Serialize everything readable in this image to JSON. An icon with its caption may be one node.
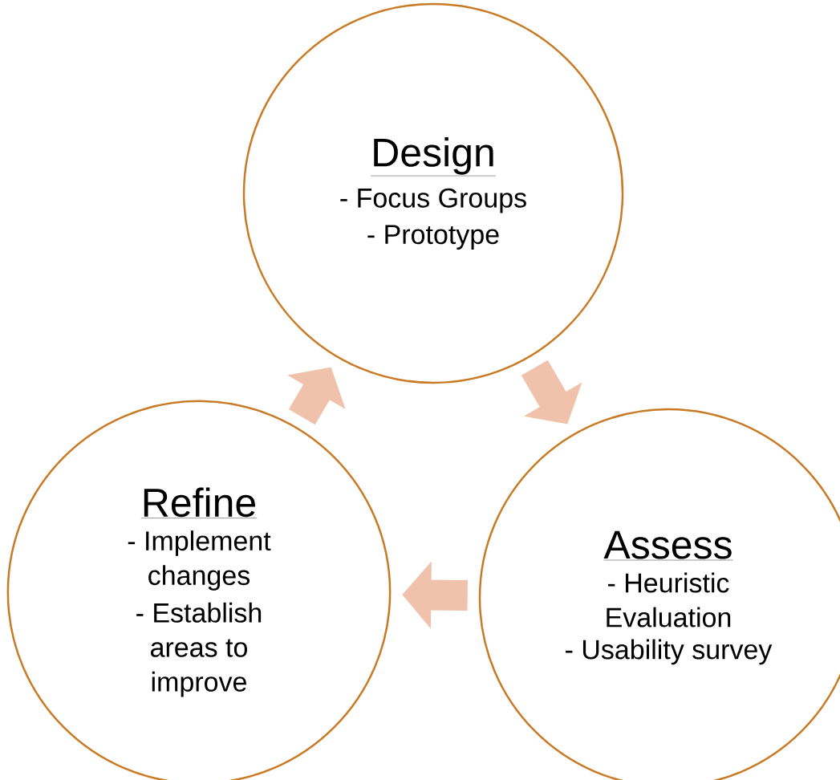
{
  "diagram": {
    "nodes": [
      {
        "text": [
          "Design",
          "- Focus Groups",
          "- Prototype"
        ]
      },
      {
        "text": [
          "Refine",
          "- Implement changes",
          "- Establish areas to improve"
        ]
      },
      {
        "text": [
          "Assess",
          "- Heuristic Evaluation",
          "- Usability survey"
        ]
      }
    ],
    "edges": [
      {
        "from": 0,
        "to": 2,
        "arrow": "to"
      },
      {
        "from": 2,
        "to": 1,
        "arrow": "to"
      },
      {
        "from": 1,
        "to": 0,
        "arrow": "to"
      }
    ]
  }
}
